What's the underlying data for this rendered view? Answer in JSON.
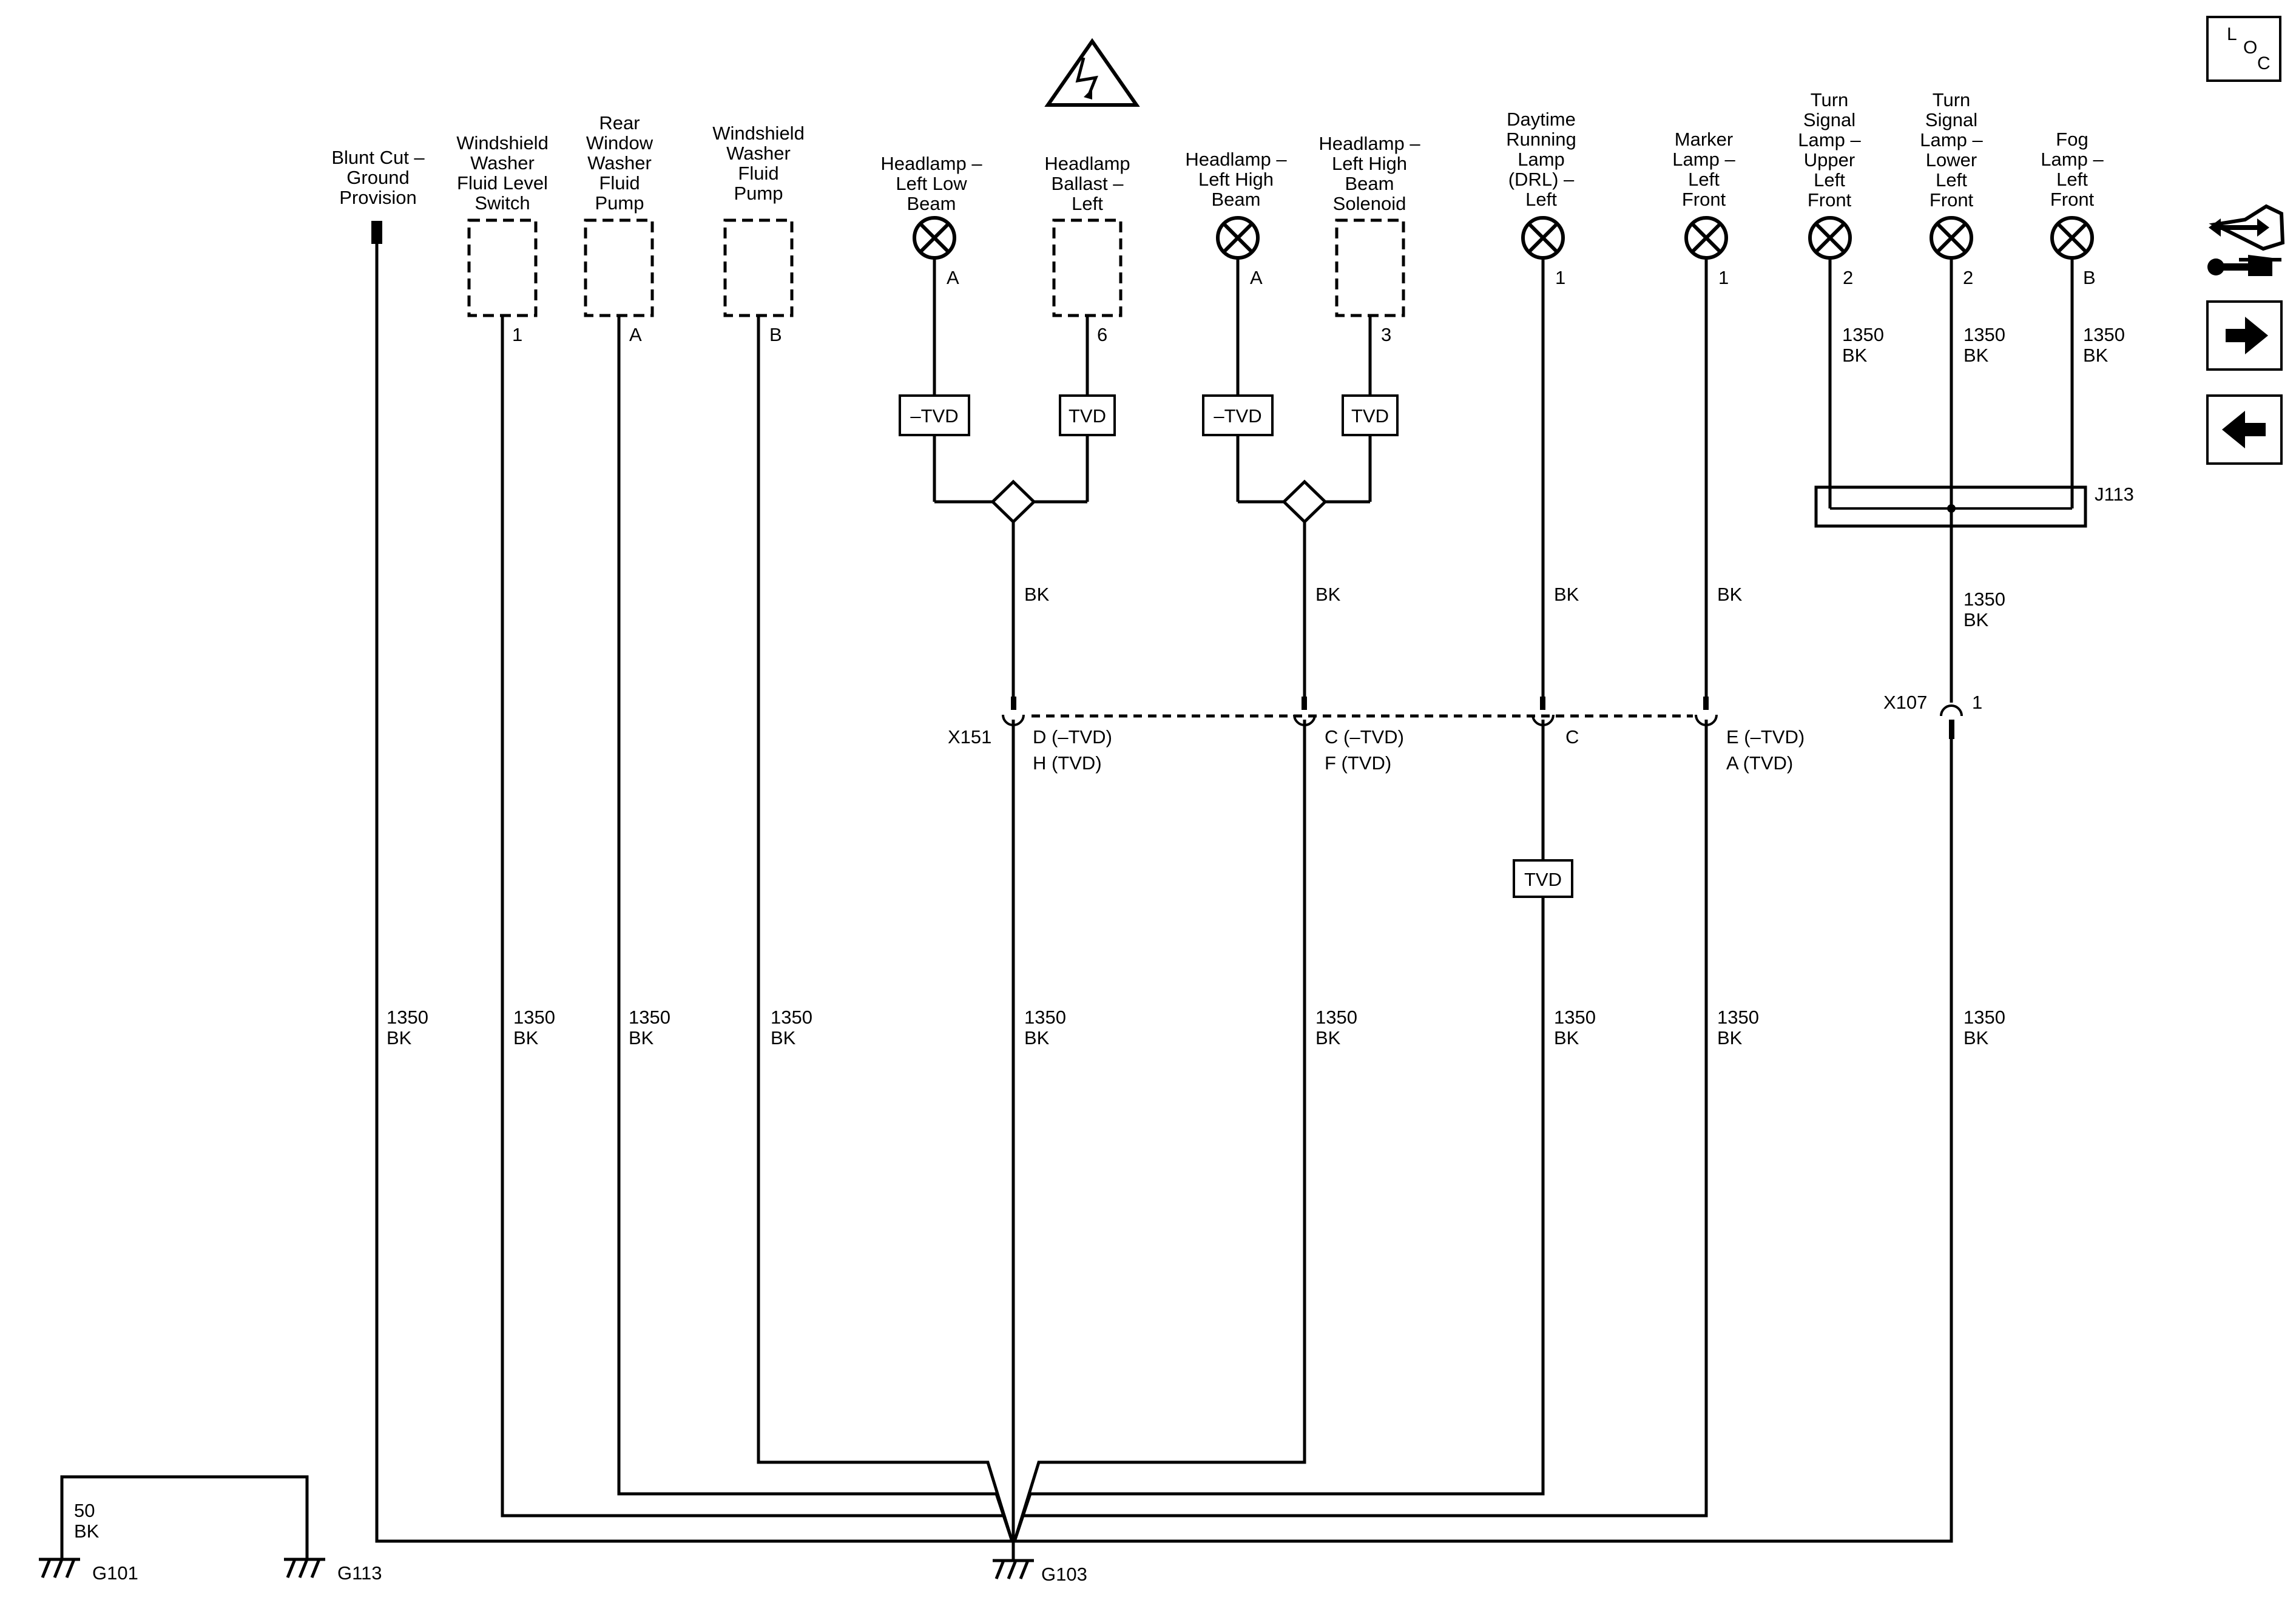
{
  "components": {
    "blunt_cut": [
      "Blunt Cut –",
      "Ground",
      "Provision"
    ],
    "ww_level_switch": [
      "Windshield",
      "Washer",
      "Fluid Level",
      "Switch"
    ],
    "rw_washer_pump": [
      "Rear",
      "Window",
      "Washer",
      "Fluid",
      "Pump"
    ],
    "ws_washer_pump": [
      "Windshield",
      "Washer",
      "Fluid",
      "Pump"
    ],
    "hl_low_beam": [
      "Headlamp –",
      "Left Low",
      "Beam"
    ],
    "hl_ballast": [
      "Headlamp",
      "Ballast –",
      "Left"
    ],
    "hl_high_beam": [
      "Headlamp –",
      "Left High",
      "Beam"
    ],
    "hl_solenoid": [
      "Headlamp –",
      "Left High",
      "Beam",
      "Solenoid"
    ],
    "drl": [
      "Daytime",
      "Running",
      "Lamp",
      "(DRL) –",
      "Left"
    ],
    "marker": [
      "Marker",
      "Lamp –",
      "Left",
      "Front"
    ],
    "ts_upper": [
      "Turn",
      "Signal",
      "Lamp –",
      "Upper",
      "Left",
      "Front"
    ],
    "ts_lower": [
      "Turn",
      "Signal",
      "Lamp –",
      "Lower",
      "Left",
      "Front"
    ],
    "fog": [
      "Fog",
      "Lamp –",
      "Left",
      "Front"
    ]
  },
  "pins": {
    "ww_level_switch": "1",
    "rw_washer_pump": "A",
    "ws_washer_pump": "B",
    "hl_low_beam": "A",
    "hl_ballast": "6",
    "hl_high_beam": "A",
    "hl_solenoid": "3",
    "drl": "1",
    "marker": "1",
    "ts_upper": "2",
    "ts_lower": "2",
    "fog": "B"
  },
  "option_boxes": {
    "minus_tvd": "–TVD",
    "tvd": "TVD"
  },
  "wires": {
    "circuit": "1350",
    "color": "BK",
    "ground_circuit": "50",
    "ground_color": "BK"
  },
  "connectors": {
    "x151": {
      "name": "X151",
      "hl_low_1": "D (–TVD)",
      "hl_low_2": "H (TVD)",
      "hl_high_1": "C (–TVD)",
      "hl_high_2": "F (TVD)",
      "drl": "C",
      "marker_1": "E (–TVD)",
      "marker_2": "A (TVD)"
    },
    "x107": {
      "name": "X107",
      "pin": "1"
    },
    "j113": {
      "name": "J113"
    }
  },
  "grounds": {
    "g101": "G101",
    "g113": "G113",
    "g103": "G103"
  },
  "loc_button": {
    "l": "L",
    "o": "O",
    "c": "C"
  },
  "icons": {
    "warning": "lightning-warning-icon",
    "connector_tool": "connector-repair-icon",
    "next": "arrow-right-icon",
    "prev": "arrow-left-icon"
  }
}
